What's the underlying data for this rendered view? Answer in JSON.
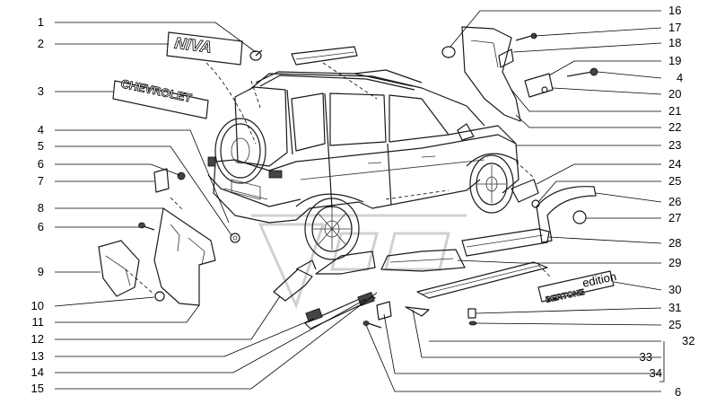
{
  "left_callouts": [
    "1",
    "2",
    "3",
    "4",
    "5",
    "6",
    "7",
    "8",
    "6",
    "9",
    "10",
    "11",
    "12",
    "13",
    "14",
    "15"
  ],
  "right_callouts": [
    "16",
    "17",
    "18",
    "19",
    "4",
    "20",
    "21",
    "22",
    "23",
    "24",
    "25",
    "26",
    "27",
    "28",
    "29",
    "30",
    "31",
    "25",
    "32",
    "33",
    "34",
    "6"
  ],
  "badges": {
    "niva": "NIVA",
    "chevrolet": "CHEVROLET",
    "bertone": "BERTONE",
    "bertone_suffix": "edition"
  }
}
